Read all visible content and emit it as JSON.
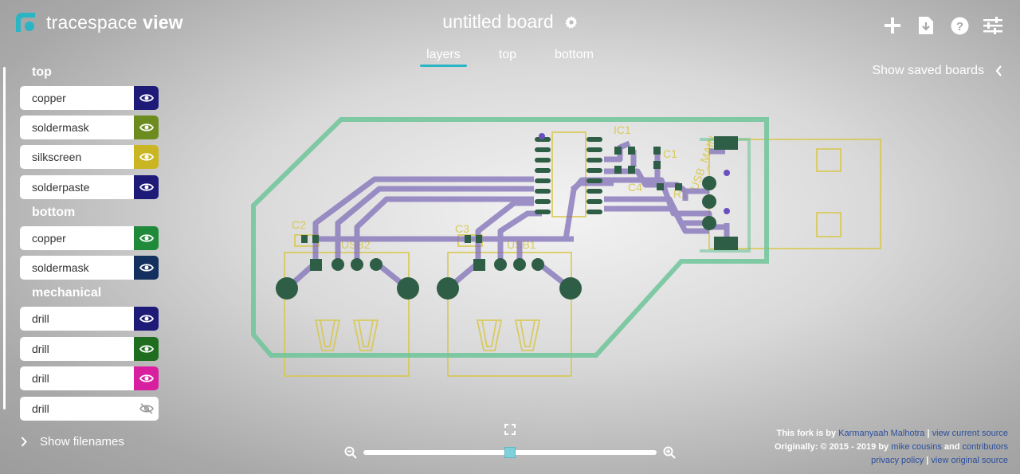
{
  "app": {
    "name_light": "tracespace",
    "name_bold": "view"
  },
  "board": {
    "title": "untitled board"
  },
  "mode_tabs": [
    "layers",
    "top",
    "bottom"
  ],
  "active_tab": "layers",
  "saved_boards": {
    "label": "Show saved boards"
  },
  "layer_groups": [
    {
      "title": "top",
      "layers": [
        {
          "label": "copper",
          "color": "#1d1a78",
          "visible": true
        },
        {
          "label": "soldermask",
          "color": "#6d8c20",
          "visible": true
        },
        {
          "label": "silkscreen",
          "color": "#c9b622",
          "visible": true
        },
        {
          "label": "solderpaste",
          "color": "#1d1a78",
          "visible": true
        }
      ]
    },
    {
      "title": "bottom",
      "layers": [
        {
          "label": "copper",
          "color": "#1f8a3a",
          "visible": true
        },
        {
          "label": "soldermask",
          "color": "#14305e",
          "visible": true
        }
      ]
    },
    {
      "title": "mechanical",
      "layers": [
        {
          "label": "drill",
          "color": "#1d1a78",
          "visible": true
        },
        {
          "label": "drill",
          "color": "#1f6e1f",
          "visible": true
        },
        {
          "label": "drill",
          "color": "#d81fa0",
          "visible": true
        },
        {
          "label": "drill",
          "color": "#ffffff",
          "visible": false
        }
      ]
    }
  ],
  "show_filenames": {
    "label": "Show filenames"
  },
  "zoom": {
    "level": 0.5
  },
  "board_labels": [
    "C2",
    "C3",
    "USB2",
    "USB1",
    "C1",
    "R1",
    "USB_MAIN",
    "IC1",
    "C4"
  ],
  "credits": {
    "line1_prefix": "This fork is by",
    "line1_author": "Karmanyaah Malhotra",
    "line1_sep": "|",
    "line1_link": "view current source",
    "line2_prefix": "Originally: © 2015 - 2019 by",
    "line2_author": "mike cousins",
    "line2_and": "and",
    "line2_link": "contributors",
    "line3_link1": "privacy policy",
    "line3_sep": "|",
    "line3_link2": "view original source"
  }
}
